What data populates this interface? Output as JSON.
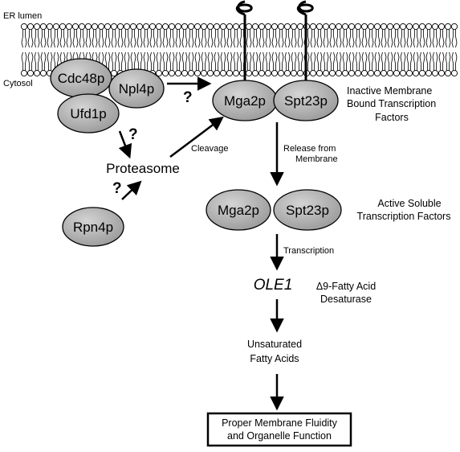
{
  "membrane": {
    "lumen_label": "ER lumen",
    "cytosol_label": "Cytosol"
  },
  "proteins": {
    "cdc48p": "Cdc48p",
    "npl4p": "Npl4p",
    "ufd1p": "Ufd1p",
    "rpn4p": "Rpn4p",
    "mga2p_membrane": "Mga2p",
    "spt23p_membrane": "Spt23p",
    "mga2p_soluble": "Mga2p",
    "spt23p_soluble": "Spt23p"
  },
  "labels": {
    "inactive_line1": "Inactive Membrane",
    "inactive_line2": "Bound Transcription",
    "inactive_line3": "Factors",
    "cleavage": "Cleavage",
    "proteasome": "Proteasome",
    "release_line1": "Release from",
    "release_line2": "Membrane",
    "active_line1": "Active Soluble",
    "active_line2": "Transcription Factors",
    "transcription": "Transcription",
    "ole1": "OLE1",
    "desaturase_line1": "Δ9-Fatty Acid",
    "desaturase_line2": "Desaturase",
    "ufa_line1": "Unsaturated",
    "ufa_line2": "Fatty Acids",
    "outcome_line1": "Proper Membrane Fluidity",
    "outcome_line2": "and Organelle Function",
    "question_mark": "?"
  }
}
